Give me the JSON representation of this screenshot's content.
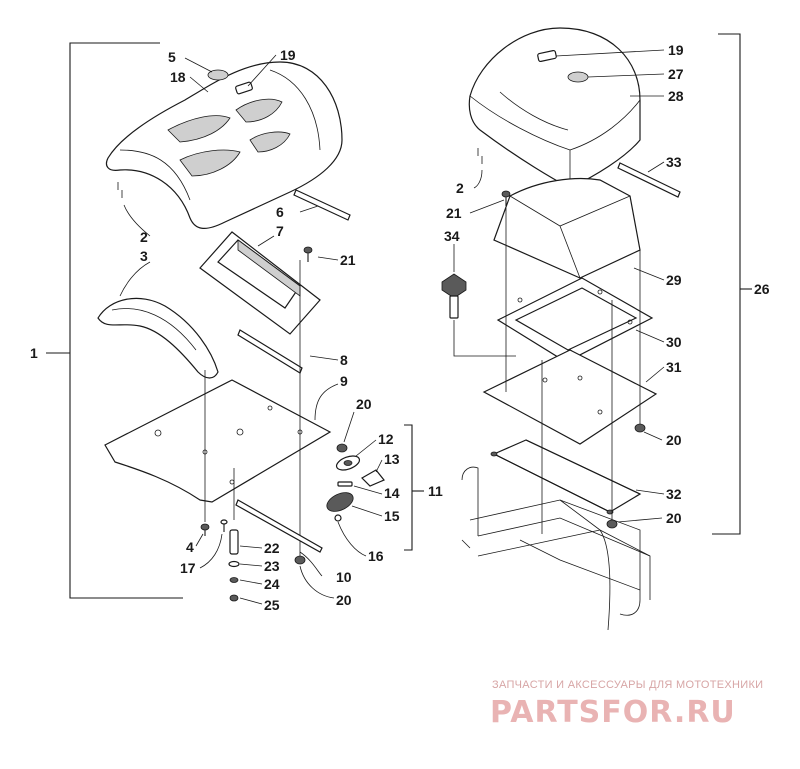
{
  "diagram": {
    "callouts": {
      "c1": "1",
      "c2a": "2",
      "c3": "3",
      "c4": "4",
      "c5": "5",
      "c6": "6",
      "c7": "7",
      "c8": "8",
      "c9": "9",
      "c10": "10",
      "c11": "11",
      "c12": "12",
      "c13": "13",
      "c14": "14",
      "c15": "15",
      "c16": "16",
      "c17": "17",
      "c18": "18",
      "c19a": "19",
      "c20a": "20",
      "c20b": "20",
      "c21a": "21",
      "c22": "22",
      "c23": "23",
      "c24": "24",
      "c25": "25",
      "c19b": "19",
      "c27": "27",
      "c28": "28",
      "c33": "33",
      "c2b": "2",
      "c21b": "21",
      "c34": "34",
      "c29": "29",
      "c26": "26",
      "c30": "30",
      "c31": "31",
      "c20c": "20",
      "c32": "32",
      "c20d": "20"
    }
  },
  "watermark": {
    "tagline": "ЗАПЧАСТИ И АКСЕССУАРЫ ДЛЯ МОТОТЕХНИКИ",
    "brand": "PARTSFOR.RU"
  }
}
